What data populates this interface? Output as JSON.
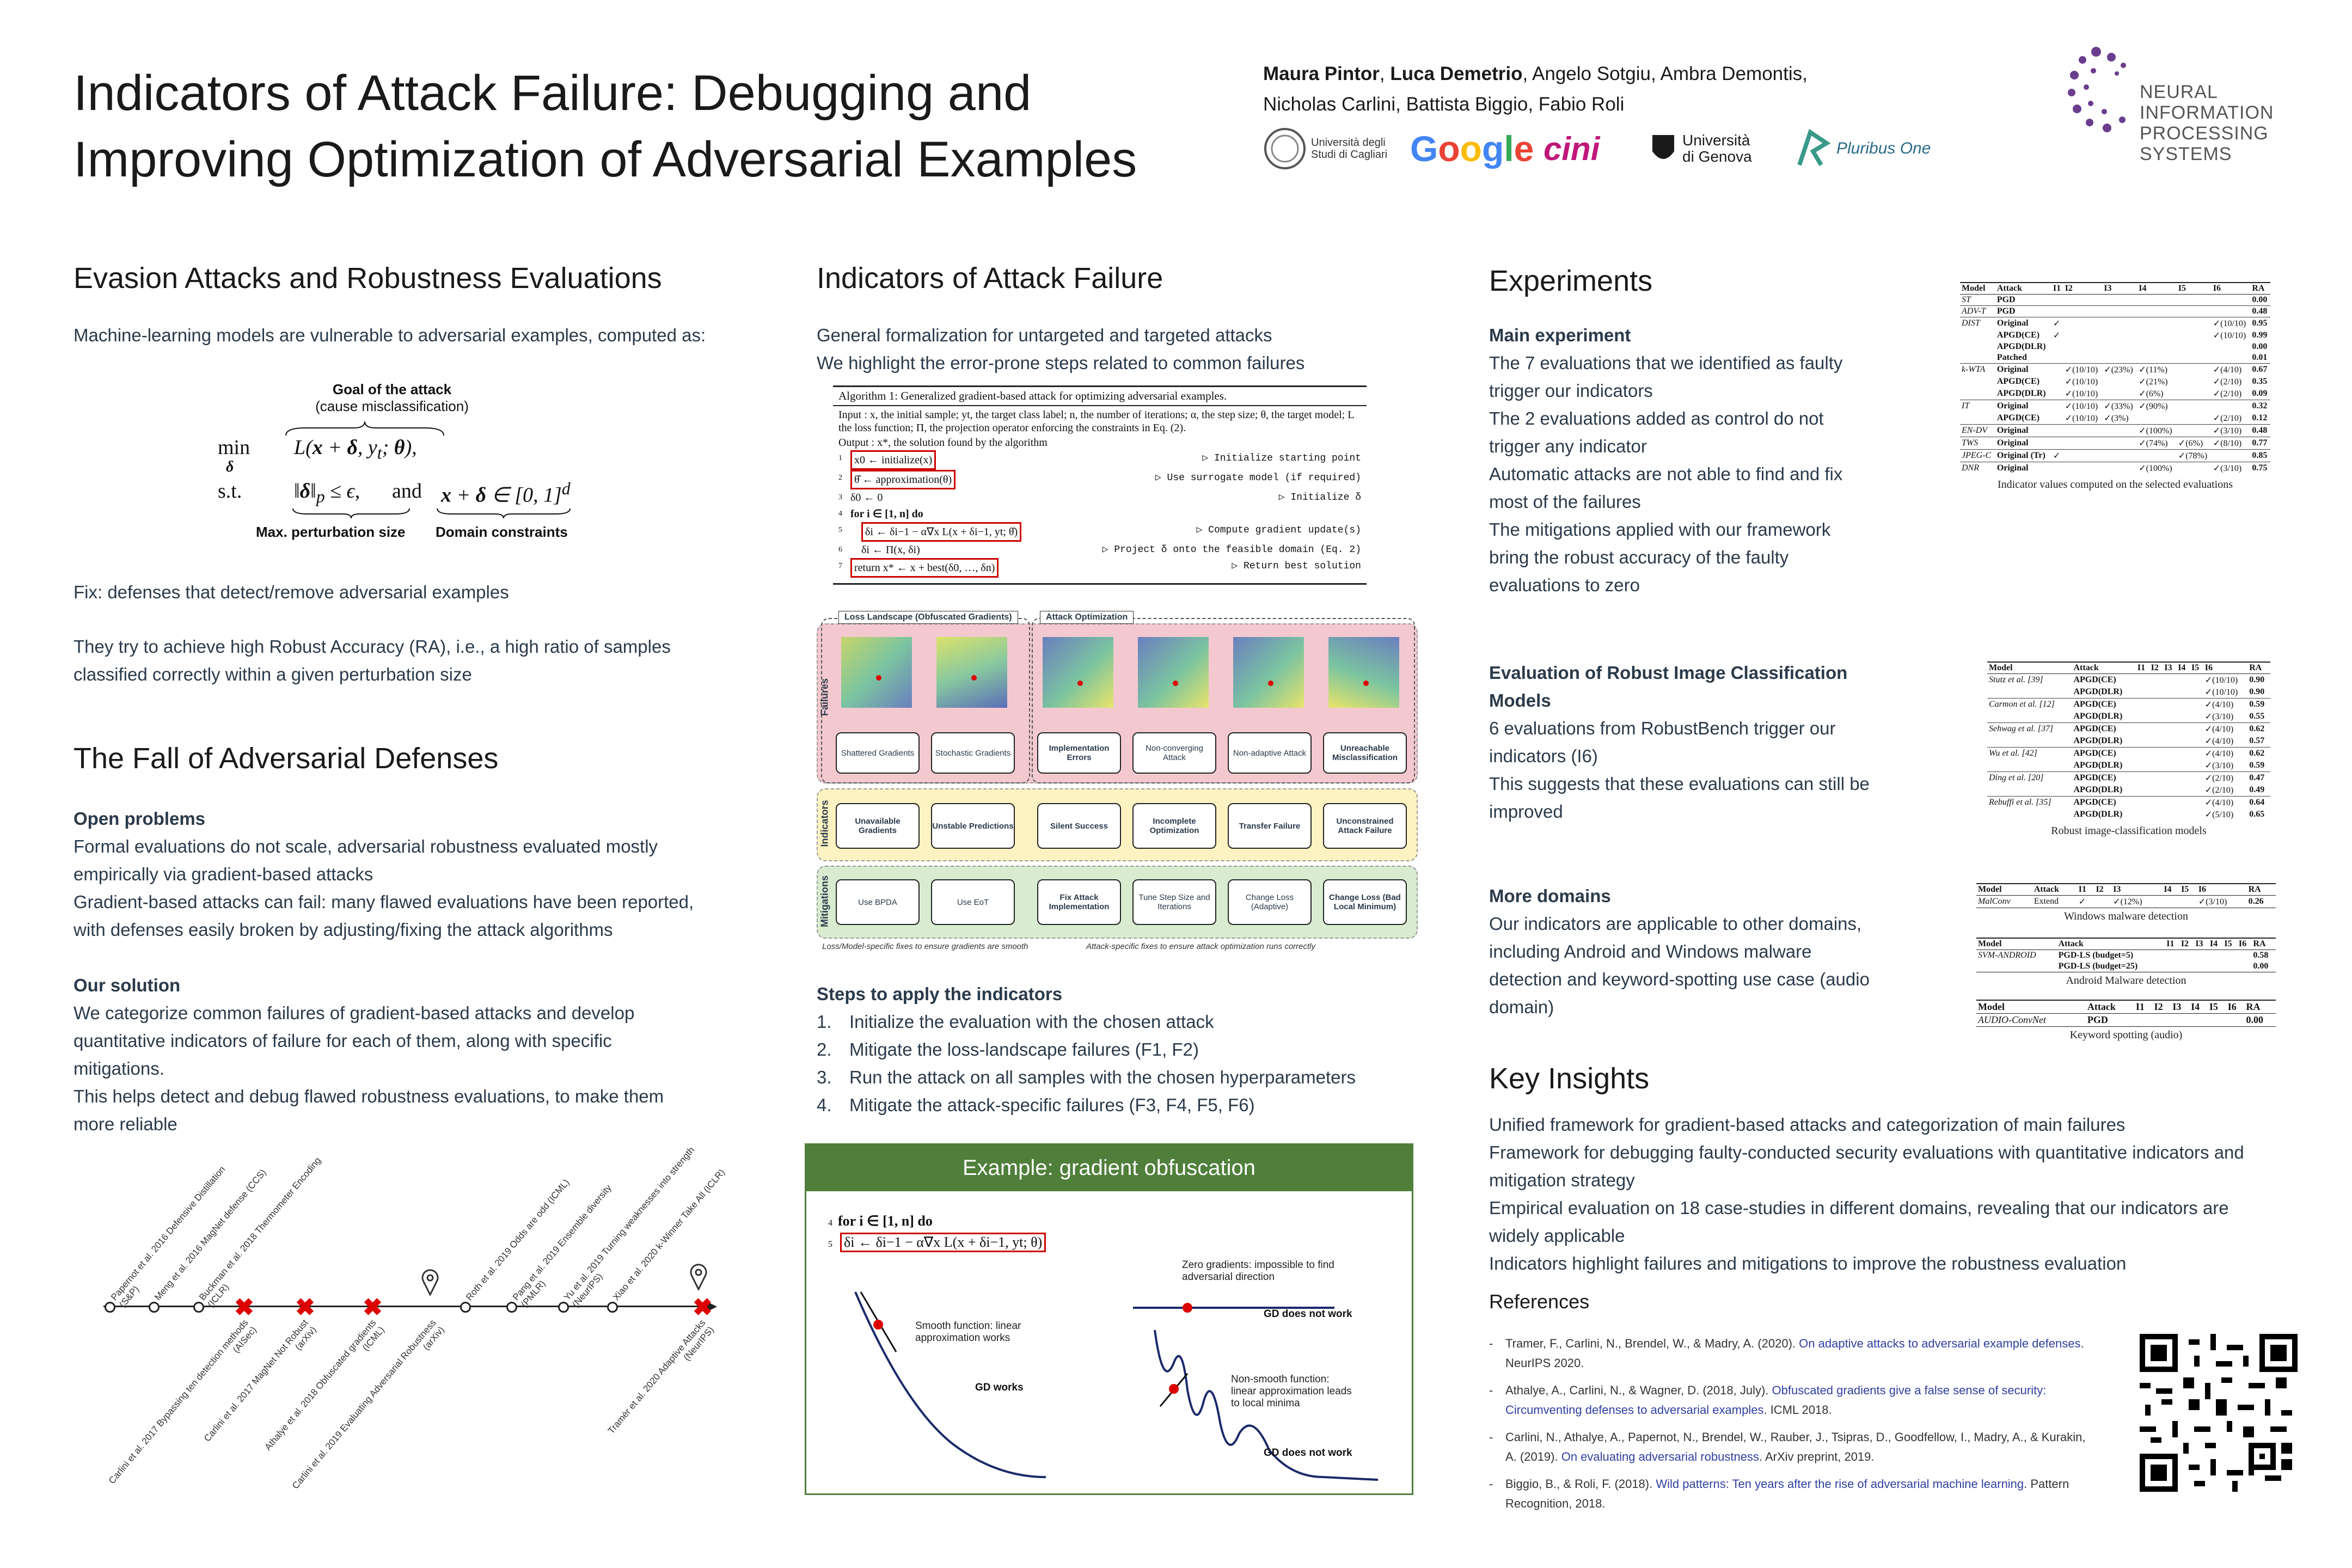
{
  "header": {
    "title_line1": "Indicators of Attack Failure: Debugging and",
    "title_line2": "Improving Optimization of Adversarial Examples",
    "authors_bold1": "Maura Pintor",
    "authors_bold2": "Luca Demetrio",
    "authors_rest1": ", Angelo Sotgiu,  Ambra Demontis,",
    "authors_line2": "Nicholas Carlini, Battista Biggio, Fabio Roli",
    "logos": [
      "Università degli Studi di Cagliari",
      "Google",
      "cini",
      "Università di Genova",
      "Pluribus One"
    ],
    "neurips": [
      "NEURAL INFORMATION",
      "PROCESSING SYSTEMS"
    ]
  },
  "col1": {
    "sec1_title": "Evasion Attacks and Robustness Evaluations",
    "intro": "Machine-learning models are vulnerable to adversarial examples, computed as:",
    "goal_label": "Goal of the attack",
    "goal_sub": "(cause misclassification)",
    "pert_label": "Max. perturbation size",
    "domain_label": "Domain constraints",
    "fix": "Fix: defenses that detect/remove adversarial examples",
    "ra1": "They try to achieve high Robust Accuracy (RA), i.e., a high ratio of samples",
    "ra2": "classified correctly within a given perturbation size",
    "sec2_title": "The Fall of Adversarial Defenses",
    "open_title": "Open problems",
    "open": [
      "Formal evaluations do not scale, adversarial robustness evaluated mostly",
      "empirically via gradient-based attacks",
      "Gradient-based attacks can fail: many flawed evaluations have been reported,",
      "with defenses easily broken by adjusting/fixing the attack algorithms"
    ],
    "sol_title": "Our solution",
    "sol": [
      "We categorize common failures of gradient-based attacks and develop",
      "quantitative indicators of failure for each of them, along with specific",
      "mitigations.",
      "This helps detect and debug flawed robustness evaluations, to make them",
      "more reliable"
    ],
    "timeline_top": [
      "Papernot et al. 2016 Defensive Distillation (S&P)",
      "Meng et al. 2016 MagNet defense (CCS)",
      "Buckman et al. 2018 Thermometer Encoding (ICLR)",
      "Roth et al. 2019 Odds are odd (ICML)",
      "Pang et al. 2019 Ensemble diversity (PMLR)",
      "Yu et al. 2019 Turning weaknesses into strength (NeurIPS)",
      "Xiao et al. 2020 k-Winner Take All (ICLR)"
    ],
    "timeline_bottom": [
      "Carlini et al. 2017 Bypassing ten detection methods (AISec)",
      "Carlini et al. 2017 MagNet Not Robust (arXiv)",
      "Athalye et al. 2018 Obfuscated gradients (ICML)",
      "Carlini et al. 2019 Evaluating Adversarial Robustness (arXiv)",
      "Tramèr et al. 2020 Adaptive Attacks (NeurIPS)"
    ]
  },
  "col2": {
    "sec_title": "Indicators of Attack Failure",
    "line1": "General formalization for untargeted and targeted attacks",
    "line2": "We highlight the error-prone steps related to common failures",
    "alg_title": "Algorithm 1: Generalized gradient-based attack for optimizing adversarial examples.",
    "alg_input": "Input : x, the initial sample; yt, the target class label; n, the number of iterations; α, the step size; θ, the target model; L the loss function; Π, the projection operator enforcing the constraints in Eq. (2).",
    "alg_output": "Output : x*, the solution found by the algorithm",
    "alg_lines": [
      [
        "1",
        "x0 ← initialize(x)",
        "▷ Initialize starting point"
      ],
      [
        "2",
        "θ̂ ← approximation(θ)",
        "▷ Use surrogate model (if required)"
      ],
      [
        "3",
        "δ0 ← 0",
        "▷ Initialize δ"
      ],
      [
        "4",
        "for i ∈ [1, n] do",
        ""
      ],
      [
        "5",
        "δi ← δi−1 − α∇x L(x + δi−1, yt; θ̂)",
        "▷ Compute gradient update(s)"
      ],
      [
        "6",
        "δi ← Π(x, δi)",
        "▷ Project δ onto the feasible domain (Eq. 2)"
      ],
      [
        "7",
        "return x* ← x + best(δ0, …, δn)",
        "▷ Return best solution"
      ]
    ],
    "panel": {
      "landscape_label": "Loss Landscape (Obfuscated Gradients)",
      "optim_label": "Attack Optimization",
      "rows": [
        "Failures",
        "Indicators",
        "Mitigations"
      ],
      "failures": [
        "Shattered Gradients",
        "Stochastic Gradients",
        "Implementation Errors",
        "Non-converging Attack",
        "Non-adaptive Attack",
        "Unreachable Misclassification"
      ],
      "indicators": [
        "Unavailable Gradients",
        "Unstable Predictions",
        "Silent Success",
        "Incomplete Optimization",
        "Transfer Failure",
        "Unconstrained Attack Failure"
      ],
      "mitigations": [
        "Use BPDA",
        "Use EoT",
        "Fix Attack Implementation",
        "Tune Step Size and Iterations",
        "Change Loss (Adaptive)",
        "Change Loss (Bad Local Minimum)"
      ],
      "foot_left": "Loss/Model-specific fixes to ensure gradients are smooth",
      "foot_right": "Attack-specific fixes to ensure attack optimization runs correctly"
    },
    "steps_title": "Steps to apply the indicators",
    "steps": [
      "Initialize the evaluation with the chosen attack",
      "Mitigate the loss-landscape failures (F1, F2)",
      "Run the attack  on all samples with the chosen hyperparameters",
      "Mitigate the attack-specific failures (F3, F4, F5, F6)"
    ],
    "example": {
      "header": "Example: gradient obfuscation",
      "code1": "for i ∈ [1, n] do",
      "code2": "δi ← δi−1 − α∇x L(x + δi−1, yt; θ)",
      "zero_grad": "Zero gradients: impossible to find adversarial direction",
      "gd_not_work1": "GD does not work",
      "smooth": "Smooth function: linear approximation works",
      "gd_works": "GD works",
      "nonsmooth": "Non-smooth function: linear approximation leads to local minima",
      "gd_not_work2": "GD does not work"
    }
  },
  "col3": {
    "sec_title": "Experiments",
    "main_title": "Main experiment",
    "main": [
      "The 7 evaluations that we identified as faulty",
      "trigger our indicators",
      "The 2 evaluations added as control do not",
      "trigger any indicator",
      "Automatic attacks are not able to find and fix",
      "most of the failures",
      "The mitigations applied with our framework",
      "bring the robust accuracy of the faulty",
      "evaluations to zero"
    ],
    "robust_title1": "Evaluation of Robust Image Classification",
    "robust_title2": "Models",
    "robust": [
      "6 evaluations from RobustBench trigger our",
      "indicators (I6)",
      "This suggests that these evaluations can still be",
      "improved"
    ],
    "domains_title": "More domains",
    "domains": [
      "Our indicators are applicable to other domains,",
      "including Android and Windows malware",
      "detection and keyword-spotting use case (audio",
      "domain)"
    ],
    "insights_title": "Key Insights",
    "insights": [
      "Unified framework for gradient-based attacks and categorization of main failures",
      "Framework for debugging faulty-conducted security evaluations with quantitative indicators and",
      "mitigation strategy",
      "Empirical evaluation on 18 case-studies in different domains, revealing that our indicators are",
      "widely applicable",
      "Indicators highlight failures and mitigations to improve the robustness evaluation"
    ],
    "refs_title": "References",
    "refs": [
      {
        "a": "Tramer, F., Carlini, N., Brendel, W., & Madry, A. (2020). ",
        "l": "On adaptive attacks to adversarial example defenses",
        "b": ". NeurIPS 2020."
      },
      {
        "a": "Athalye, A., Carlini, N., & Wagner, D. (2018, July). ",
        "l": "Obfuscated gradients give a false sense of security: Circumventing defenses to adversarial examples",
        "b": ". ICML 2018."
      },
      {
        "a": "Carlini, N., Athalye, A., Papernot, N., Brendel, W., Rauber, J., Tsipras, D., Goodfellow, I., Madry, A., & Kurakin, A. (2019). ",
        "l": "On evaluating adversarial robustness",
        "b": ". ArXiv preprint, 2019."
      },
      {
        "a": "Biggio, B., & Roli, F. (2018). ",
        "l": "Wild patterns: Ten years after the rise of adversarial machine learning",
        "b": ". Pattern Recognition, 2018."
      }
    ],
    "table1": {
      "headers": [
        "Model",
        "Attack",
        "I1",
        "I2",
        "I3",
        "I4",
        "I5",
        "I6",
        "RA"
      ],
      "rows": [
        [
          "ST",
          "PGD",
          "",
          "",
          "",
          "",
          "",
          "",
          "0.00"
        ],
        [
          "ADV-T",
          "PGD",
          "",
          "",
          "",
          "",
          "",
          "",
          "0.48"
        ],
        [
          "DIST",
          "Original",
          "✓",
          "",
          "",
          "",
          "",
          "✓(10/10)",
          "0.95"
        ],
        [
          "",
          "APGD(CE)",
          "✓",
          "",
          "",
          "",
          "",
          "✓(10/10)",
          "0.99"
        ],
        [
          "",
          "APGD(DLR)",
          "",
          "",
          "",
          "",
          "",
          "",
          "0.00"
        ],
        [
          "",
          "Patched",
          "",
          "",
          "",
          "",
          "",
          "",
          "0.01"
        ],
        [
          "k-WTA",
          "Original",
          "",
          "✓(10/10)",
          "✓(23%)",
          "✓(11%)",
          "",
          "✓(4/10)",
          "0.67"
        ],
        [
          "",
          "APGD(CE)",
          "",
          "✓(10/10)",
          "",
          "✓(21%)",
          "",
          "✓(2/10)",
          "0.35"
        ],
        [
          "",
          "APGD(DLR)",
          "",
          "✓(10/10)",
          "",
          "✓(6%)",
          "",
          "✓(2/10)",
          "0.09"
        ],
        [
          "IT",
          "Original",
          "",
          "✓(10/10)",
          "✓(33%)",
          "✓(90%)",
          "",
          "",
          "0.32"
        ],
        [
          "",
          "APGD(CE)",
          "",
          "✓(10/10)",
          "✓(3%)",
          "",
          "",
          "✓(2/10)",
          "0.12"
        ],
        [
          "EN-DV",
          "Original",
          "",
          "",
          "",
          "✓(100%)",
          "",
          "✓(3/10)",
          "0.48"
        ],
        [
          "TWS",
          "Original",
          "",
          "",
          "",
          "✓(74%)",
          "✓(6%)",
          "✓(8/10)",
          "0.77"
        ],
        [
          "JPEG-C",
          "Original (Tr)",
          "✓",
          "",
          "",
          "",
          "✓(78%)",
          "",
          "0.85"
        ],
        [
          "DNR",
          "Original",
          "",
          "",
          "",
          "✓(100%)",
          "",
          "✓(3/10)",
          "0.75"
        ]
      ],
      "caption": "Indicator values computed on the selected evaluations"
    },
    "table2": {
      "headers": [
        "Model",
        "Attack",
        "I1",
        "I2",
        "I3",
        "I4",
        "I5",
        "I6",
        "RA"
      ],
      "rows": [
        [
          "Stutz et al. [39]",
          "APGD(CE)",
          "✓(10/10)",
          "0.90"
        ],
        [
          "",
          "APGD(DLR)",
          "✓(10/10)",
          "0.90"
        ],
        [
          "Carmon et al. [12]",
          "APGD(CE)",
          "✓(4/10)",
          "0.59"
        ],
        [
          "",
          "APGD(DLR)",
          "✓(3/10)",
          "0.55"
        ],
        [
          "Sehwag et al. [37]",
          "APGD(CE)",
          "✓(4/10)",
          "0.62"
        ],
        [
          "",
          "APGD(DLR)",
          "✓(4/10)",
          "0.57"
        ],
        [
          "Wu et al. [42]",
          "APGD(CE)",
          "✓(4/10)",
          "0.62"
        ],
        [
          "",
          "APGD(DLR)",
          "✓(3/10)",
          "0.59"
        ],
        [
          "Ding et al. [20]",
          "APGD(CE)",
          "✓(2/10)",
          "0.47"
        ],
        [
          "",
          "APGD(DLR)",
          "✓(2/10)",
          "0.49"
        ],
        [
          "Rebuffi et al. [35]",
          "APGD(CE)",
          "✓(4/10)",
          "0.64"
        ],
        [
          "",
          "APGD(DLR)",
          "✓(5/10)",
          "0.65"
        ]
      ],
      "caption": "Robust image-classification models"
    },
    "table3": {
      "headers": [
        "Model",
        "Attack",
        "I1",
        "I2",
        "I3",
        "I4",
        "I5",
        "I6",
        "RA"
      ],
      "row": [
        "MalConv",
        "Extend",
        "✓",
        "✓(12%)",
        "✓(3/10)",
        "0.26"
      ],
      "caption": "Windows malware detection"
    },
    "table4": {
      "headers": [
        "Model",
        "Attack",
        "I1",
        "I2",
        "I3",
        "I4",
        "I5",
        "I6",
        "RA"
      ],
      "rows": [
        [
          "SVM-ANDROID",
          "PGD-LS (budget=5)",
          "0.58"
        ],
        [
          "",
          "PGD-LS (budget=25)",
          "0.00"
        ]
      ],
      "caption": "Android Malware detection"
    },
    "table5": {
      "headers": [
        "Model",
        "Attack",
        "I1",
        "I2",
        "I3",
        "I4",
        "I5",
        "I6",
        "RA"
      ],
      "row": [
        "AUDIO-ConvNet",
        "PGD",
        "0.00"
      ],
      "caption": "Keyword spotting (audio)"
    }
  }
}
